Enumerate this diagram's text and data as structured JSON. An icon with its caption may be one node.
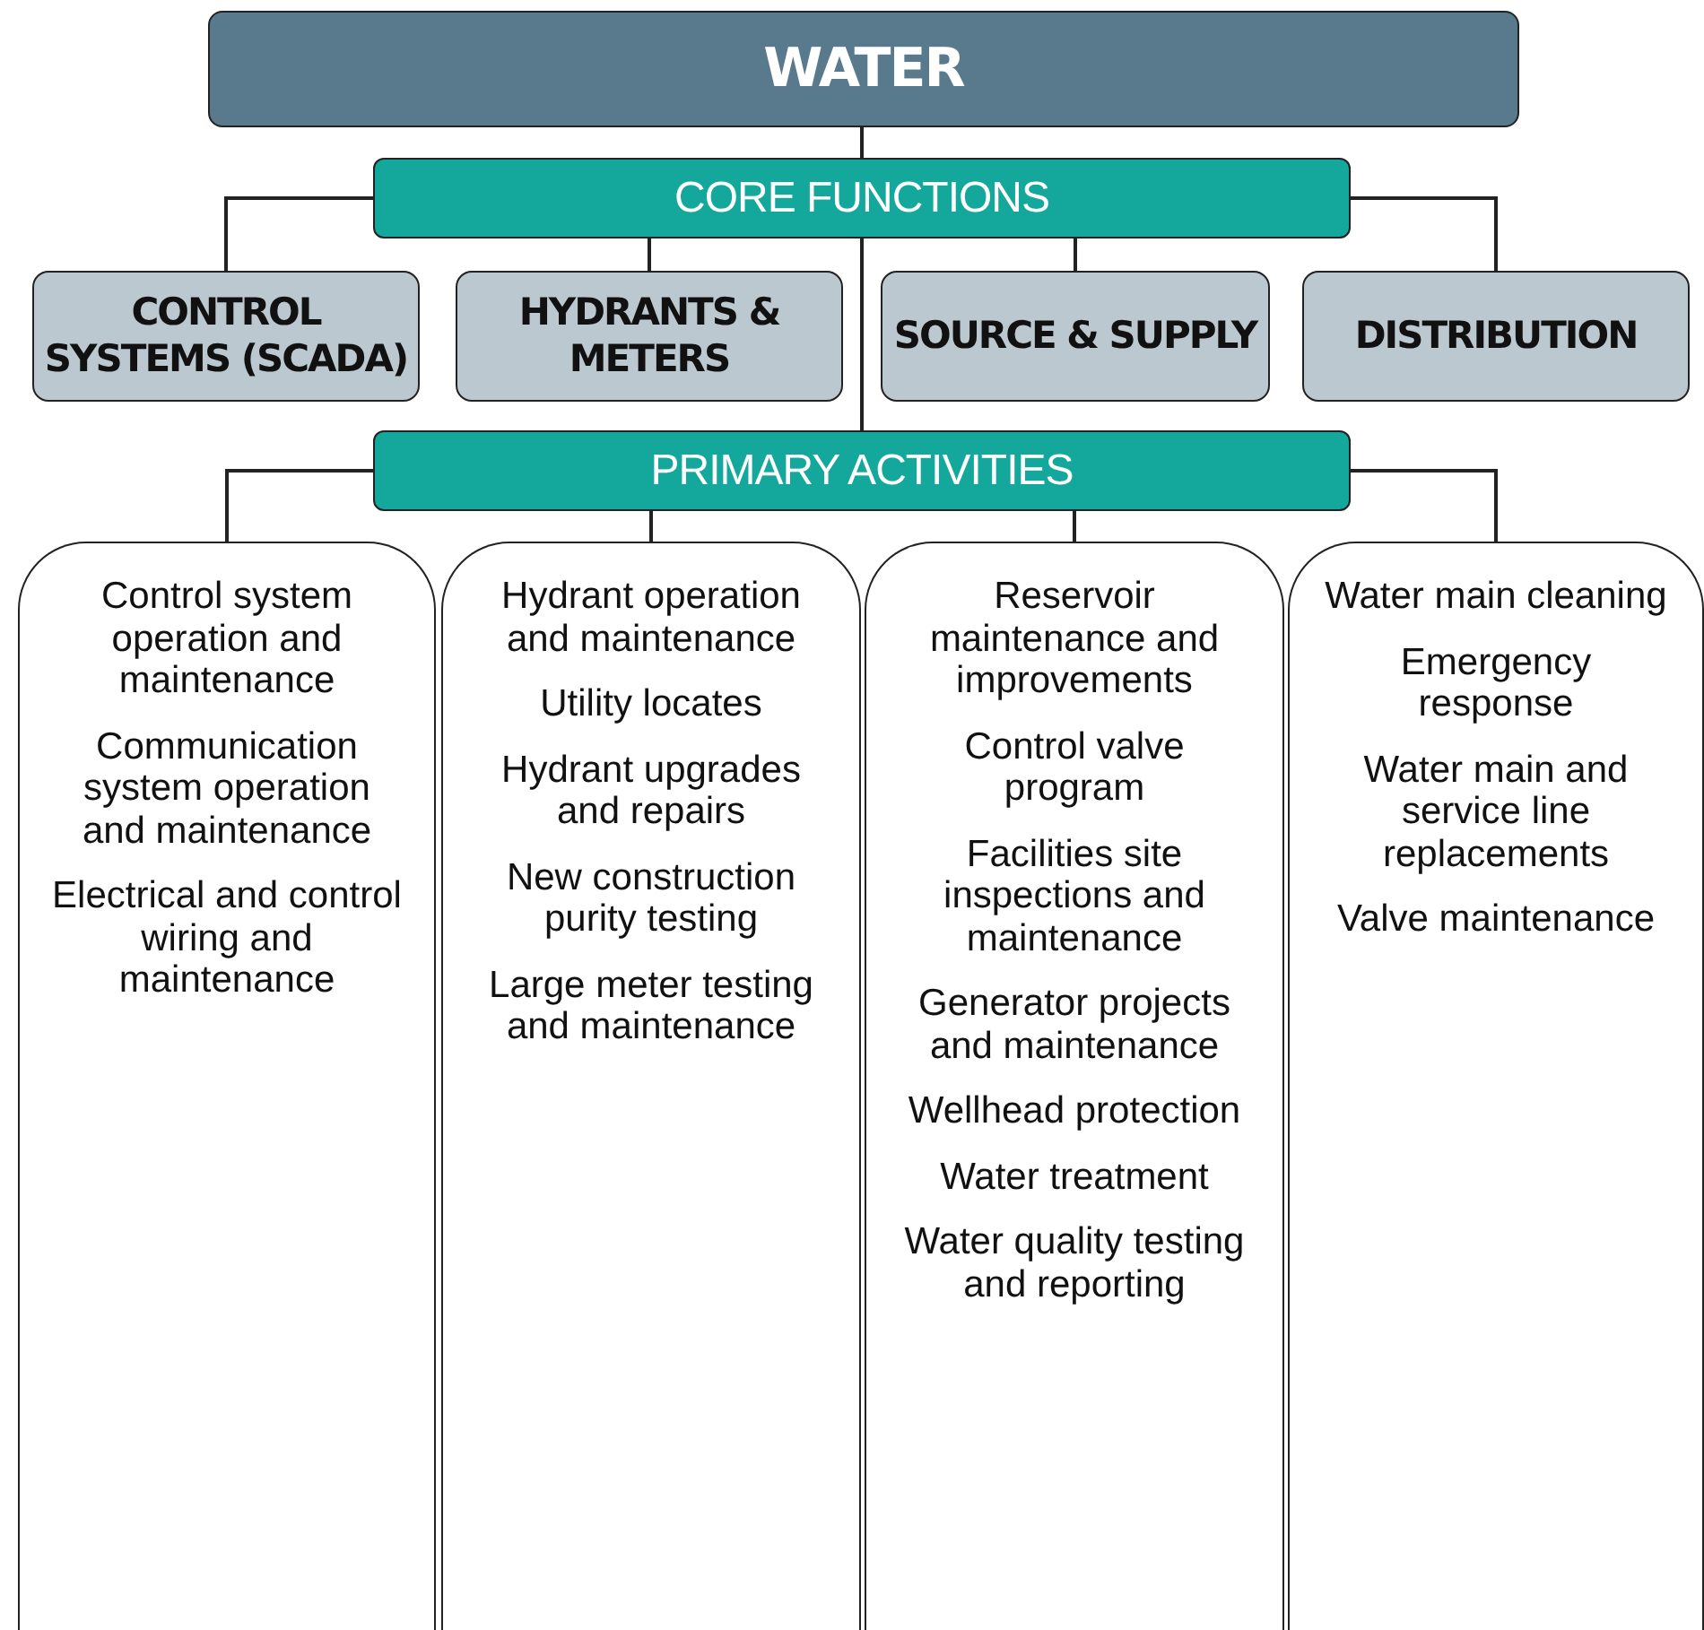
{
  "diagram": {
    "nodes": [
      {
        "text": [
          "WATER"
        ]
      },
      {
        "text": [
          "CORE FUNCTIONS"
        ]
      },
      {
        "text": [
          "CONTROL SYSTEMS (SCADA)"
        ]
      },
      {
        "text": [
          "HYDRANTS & METERS"
        ]
      },
      {
        "text": [
          "SOURCE & SUPPLY"
        ]
      },
      {
        "text": [
          "DISTRIBUTION"
        ]
      },
      {
        "text": [
          "PRIMARY ACTIVITIES"
        ]
      },
      {
        "text": [
          "Control system operation and maintenance",
          "Communication system operation and maintenance",
          "Electrical and control wiring and maintenance"
        ]
      },
      {
        "text": [
          "Hydrant operation and maintenance",
          "Utility locates",
          "Hydrant upgrades and repairs",
          "New construction purity testing",
          "Large meter testing and maintenance"
        ]
      },
      {
        "text": [
          "Reservoir maintenance and improvements",
          "Control valve program",
          "Facilities site inspections and maintenance",
          "Generator projects and maintenance",
          "Wellhead protection",
          "Water treatment",
          "Water quality testing and reporting"
        ]
      },
      {
        "text": [
          "Water main cleaning",
          "Emergency response",
          "Water main and service line replacements",
          "Valve maintenance"
        ]
      }
    ],
    "edges": [
      {
        "from": 0,
        "to": 1,
        "arrow": "none"
      },
      {
        "from": 1,
        "to": 2,
        "arrow": "none"
      },
      {
        "from": 1,
        "to": 3,
        "arrow": "none"
      },
      {
        "from": 1,
        "to": 4,
        "arrow": "none"
      },
      {
        "from": 1,
        "to": 5,
        "arrow": "none"
      },
      {
        "from": 1,
        "to": 6,
        "arrow": "none"
      },
      {
        "from": 6,
        "to": 7,
        "arrow": "none"
      },
      {
        "from": 6,
        "to": 8,
        "arrow": "none"
      },
      {
        "from": 6,
        "to": 9,
        "arrow": "none"
      },
      {
        "from": 6,
        "to": 10,
        "arrow": "none"
      }
    ]
  }
}
